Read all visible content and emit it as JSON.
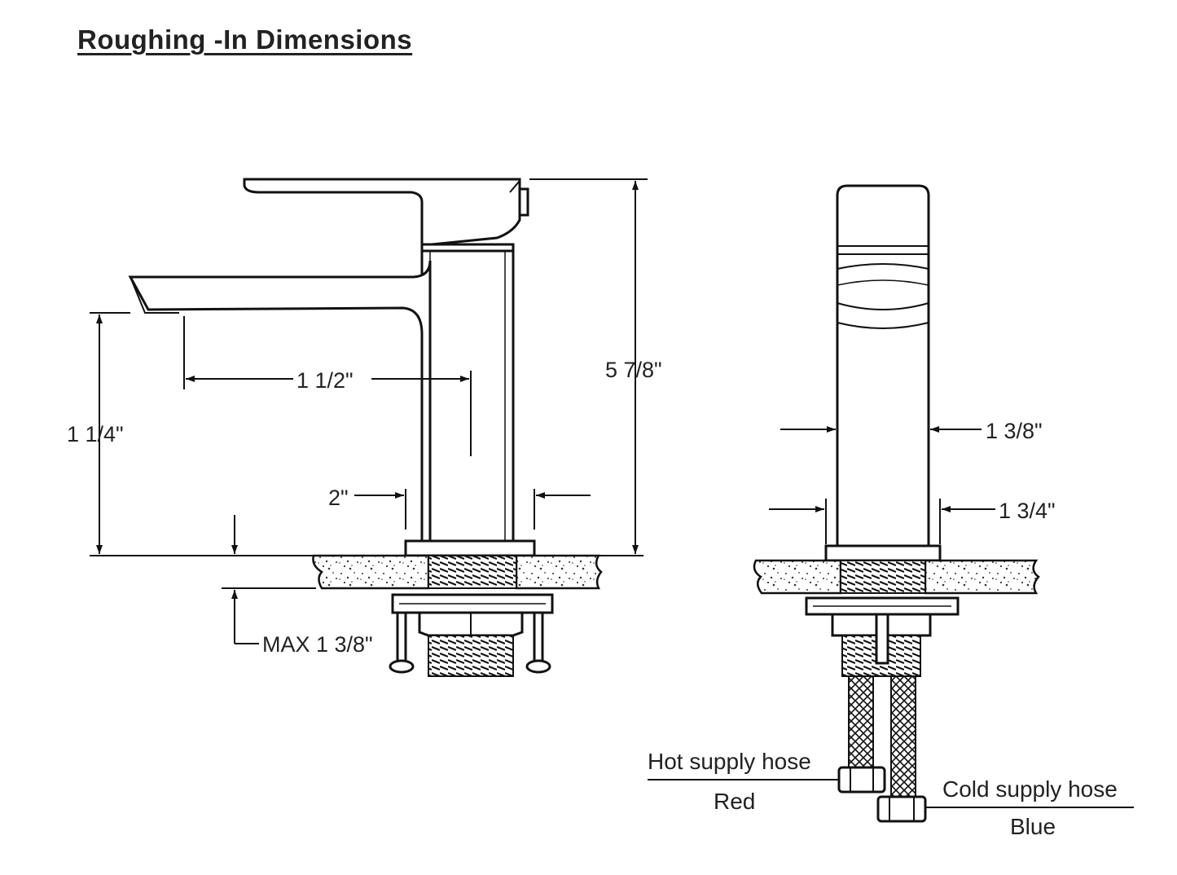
{
  "title": "Roughing -In Dimensions",
  "side_view": {
    "spout_reach": "1 1/2\"",
    "spout_height": "1 1/4\"",
    "total_height": "5 7/8\"",
    "base_diameter": "2\"",
    "max_deck": "MAX 1 3/8\""
  },
  "front_view": {
    "body_width": "1 3/8\"",
    "base_width": "1 3/4\"",
    "hot_hose": "Hot supply hose",
    "hot_color": "Red",
    "cold_hose": "Cold supply hose",
    "cold_color": "Blue"
  }
}
